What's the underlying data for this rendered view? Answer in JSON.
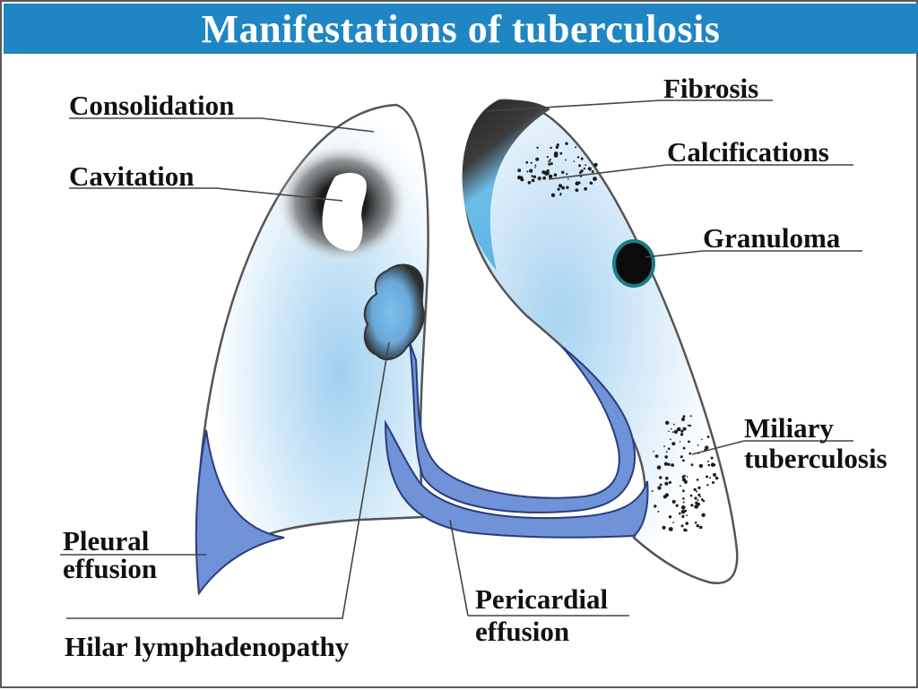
{
  "title": "Manifestations of tuberculosis",
  "labels": {
    "consolidation": "Consolidation",
    "cavitation": "Cavitation",
    "fibrosis": "Fibrosis",
    "calcifications": "Calcifications",
    "granuloma": "Granuloma",
    "miliary_line1": "Miliary",
    "miliary_line2": "tuberculosis",
    "pleural_line1": "Pleural",
    "pleural_line2": "effusion",
    "pericardial_line1": "Pericardial",
    "pericardial_line2": "effusion",
    "hilar": "Hilar lymphadenopathy"
  },
  "colors": {
    "title_bar": "#1f86c3",
    "effusion": "#6f92d8",
    "lung_tint": "#a9d6f2",
    "dark_lesion": "#222222",
    "granuloma_ring": "#1a7d86"
  }
}
